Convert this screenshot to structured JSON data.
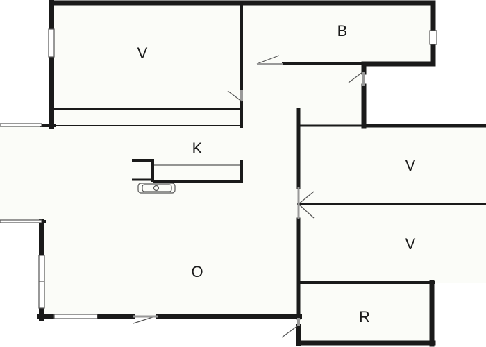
{
  "rooms": [
    {
      "id": "bedroom-top-left",
      "label": "V"
    },
    {
      "id": "bathroom",
      "label": "B"
    },
    {
      "id": "kitchen",
      "label": "K"
    },
    {
      "id": "bedroom-right-upper",
      "label": "V"
    },
    {
      "id": "bedroom-right-lower",
      "label": "V"
    },
    {
      "id": "living-room",
      "label": "O"
    },
    {
      "id": "storage-room",
      "label": "R"
    }
  ],
  "colors": {
    "wall": "#1a1a1a",
    "floor": "#fbfcf8",
    "background": "#ffffff",
    "thin_line": "#555555"
  }
}
